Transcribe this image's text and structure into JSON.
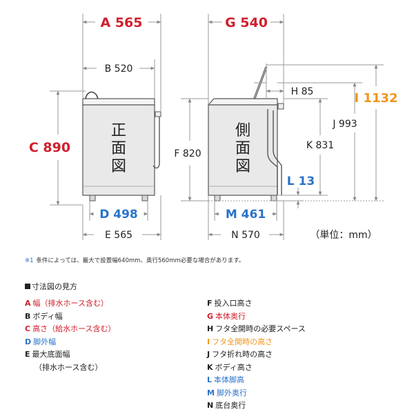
{
  "colors": {
    "red": "#d0202e",
    "blue": "#2a73c8",
    "orange": "#f0961e",
    "black": "#222222",
    "gray": "#9a9a9a"
  },
  "dims": {
    "A": "A 565",
    "B": "B 520",
    "C": "C 890",
    "D": "D 498",
    "E": "E 565",
    "F": "F 820",
    "G": "G 540",
    "H": "H 85",
    "I": "I 1132",
    "J": "J 993",
    "K": "K 831",
    "L": "L 13",
    "M": "M 461",
    "N": "N 570"
  },
  "front_view_label": [
    "正",
    "面",
    "図"
  ],
  "side_view_label": [
    "側",
    "面",
    "図"
  ],
  "unit_label": "（単位：mm）",
  "footnote": {
    "mark": "※1",
    "text": "条件によっては、最大で設置幅640mm、奥行560mm必要な場合があります。"
  },
  "legend": {
    "title": "寸法図の見方",
    "left": [
      {
        "letter": "A",
        "text": "幅（排水ホース含む）",
        "color": "#d0202e"
      },
      {
        "letter": "B",
        "text": "ボディ幅",
        "color": "#222222"
      },
      {
        "letter": "C",
        "text": "高さ（給水ホース含む）",
        "color": "#d0202e"
      },
      {
        "letter": "D",
        "text": "脚外幅",
        "color": "#2a73c8"
      },
      {
        "letter": "E",
        "text": "最大底面幅",
        "sub": "（排水ホース含む）",
        "color": "#222222"
      }
    ],
    "right": [
      {
        "letter": "F",
        "text": "投入口高さ",
        "color": "#222222"
      },
      {
        "letter": "G",
        "text": "本体奥行",
        "color": "#d0202e"
      },
      {
        "letter": "H",
        "text": "フタ全開時の必要スペース",
        "color": "#222222"
      },
      {
        "letter": "I",
        "text": "フタ全開時の高さ",
        "color": "#f0961e"
      },
      {
        "letter": "J",
        "text": "フタ折れ時の高さ",
        "color": "#222222"
      },
      {
        "letter": "K",
        "text": "ボディ高さ",
        "color": "#222222"
      },
      {
        "letter": "L",
        "text": "本体脚高",
        "color": "#2a73c8"
      },
      {
        "letter": "M",
        "text": "脚外奥行",
        "color": "#2a73c8"
      },
      {
        "letter": "N",
        "text": "底台奥行",
        "color": "#222222"
      }
    ]
  }
}
